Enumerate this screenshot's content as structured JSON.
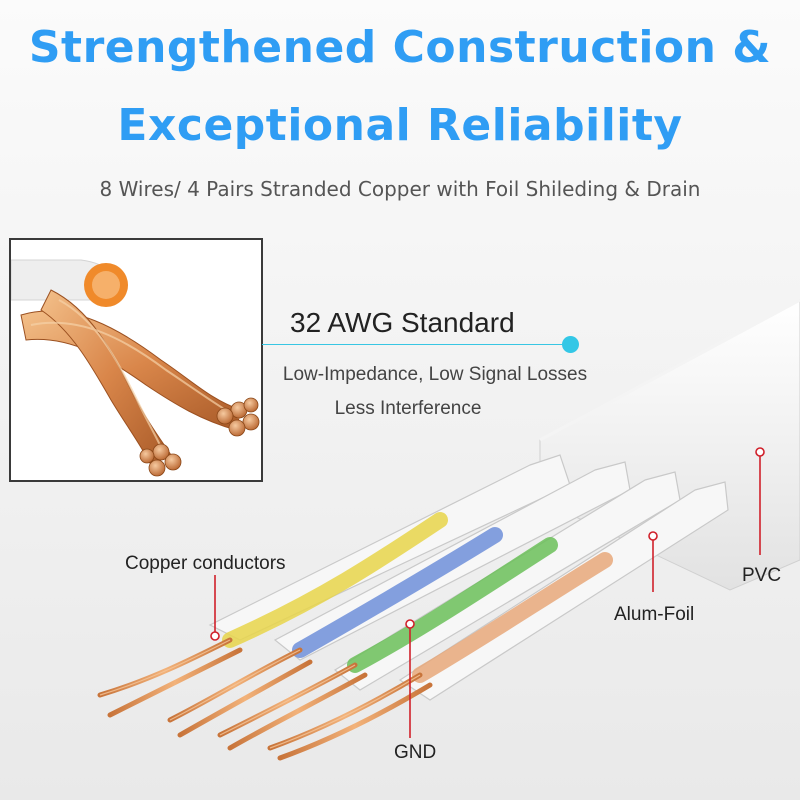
{
  "headline": {
    "line1": "Strengthened Construction &",
    "line2": "Exceptional Reliability"
  },
  "subtitle": "8 Wires/ 4 Pairs Stranded Copper with Foil Shileding & Drain",
  "spec": {
    "title": "32 AWG Standard",
    "desc1": "Low-Impedance, Low Signal Losses",
    "desc2": "Less Interference"
  },
  "callouts": {
    "copper": "Copper conductors",
    "gnd": "GND",
    "foil": "Alum-Foil",
    "pvc": "PVC"
  },
  "colors": {
    "title": "#2f9df4",
    "accent": "#33c7e6",
    "marker": "#d0202a",
    "copper": "#d9864a"
  }
}
